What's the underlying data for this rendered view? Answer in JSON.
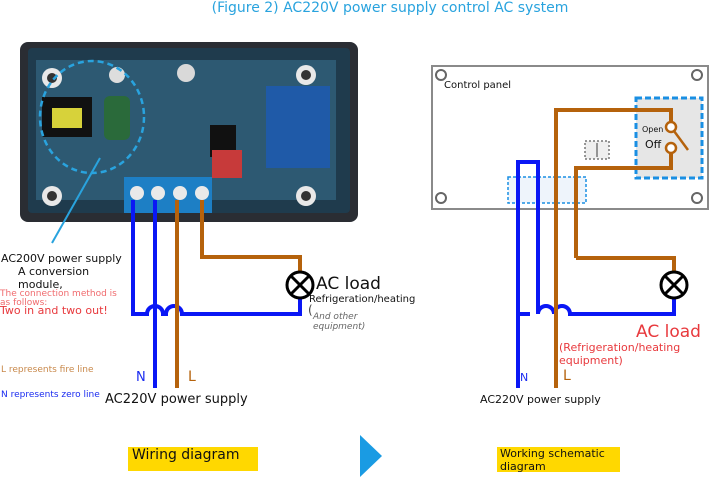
{
  "title": "(Figure 2) AC220V power supply control AC system",
  "left": {
    "module_label_1": "AC200V power supply",
    "module_label_2": "A conversion",
    "module_label_3": "module,",
    "connection_note_1": "The connection method is",
    "connection_note_2": "as follows:",
    "connection_note_3": "Two in and two out!",
    "load_label": "AC load",
    "load_desc_1": "Refrigeration/heating",
    "load_desc_2": "(",
    "load_desc_3": "And other",
    "load_desc_4": "equipment)",
    "legend_L": "L represents fire line",
    "legend_N": "N represents zero line",
    "wire_N": "N",
    "wire_L": "L",
    "supply_label": "AC220V power supply",
    "caption": "Wiring diagram"
  },
  "right": {
    "panel_label": "Control panel",
    "relay_open": "Open",
    "relay_off": "Off",
    "load_label": "AC load",
    "load_desc_1": "(Refrigeration/heating",
    "load_desc_2": "equipment)",
    "wire_N": "N",
    "wire_L": "L",
    "supply_label": "AC220V power supply",
    "caption_1": "Working schematic",
    "caption_2": "diagram"
  },
  "colors": {
    "title": "#29a3de",
    "neutral_wire": "#0a17f5",
    "live_wire": "#b5620c",
    "note_red": "#e8393d",
    "caption_bg": "#ffd800",
    "arrow": "#1a9be3"
  }
}
